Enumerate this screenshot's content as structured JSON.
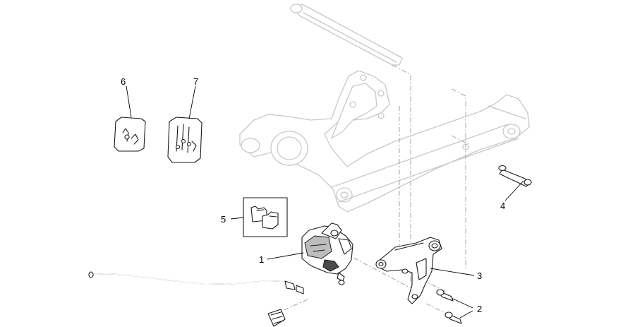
{
  "callouts": [
    {
      "id": "1",
      "label": "1",
      "part": "brake-caliper"
    },
    {
      "id": "2",
      "label": "2",
      "part": "caliper-bolts"
    },
    {
      "id": "3",
      "label": "3",
      "part": "caliper-bracket"
    },
    {
      "id": "4",
      "label": "4",
      "part": "pin"
    },
    {
      "id": "5",
      "label": "5",
      "part": "brake-pads"
    },
    {
      "id": "6",
      "label": "6",
      "part": "bleed-screw-kit"
    },
    {
      "id": "7",
      "label": "7",
      "part": "pin-kit"
    }
  ]
}
